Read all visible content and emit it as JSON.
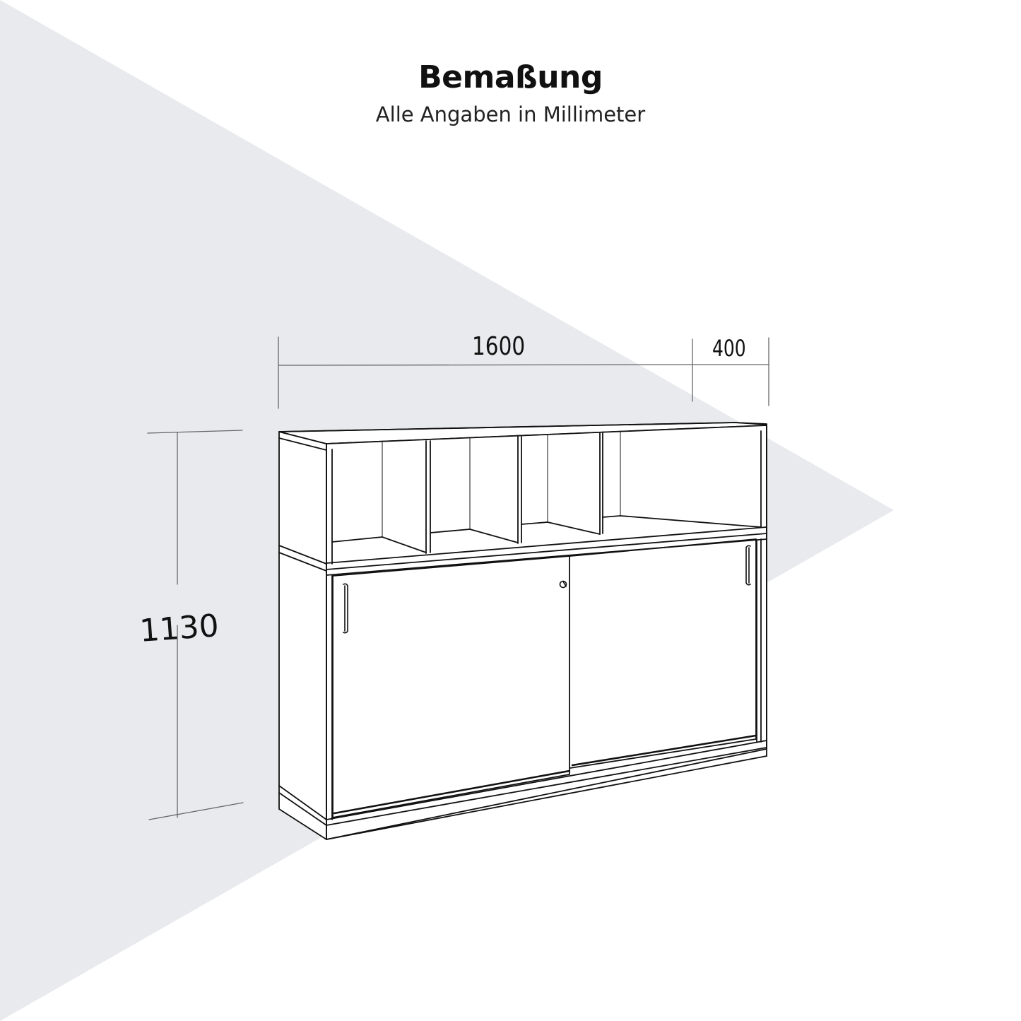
{
  "header": {
    "title": "Bemaßung",
    "subtitle": "Alle Angaben in Millimeter"
  },
  "dimensions": {
    "width": "1600",
    "depth": "400",
    "height": "1130",
    "unit": "mm"
  },
  "colors": {
    "background": "#ffffff",
    "triangle": "#e9eaee",
    "line": "#111111",
    "dimension_line": "#666666"
  },
  "drawing": {
    "object": "sideboard",
    "upper_section": {
      "open_compartments": 4
    },
    "lower_section": {
      "sliding_doors": 2,
      "handles": 2,
      "lock": 1
    }
  }
}
